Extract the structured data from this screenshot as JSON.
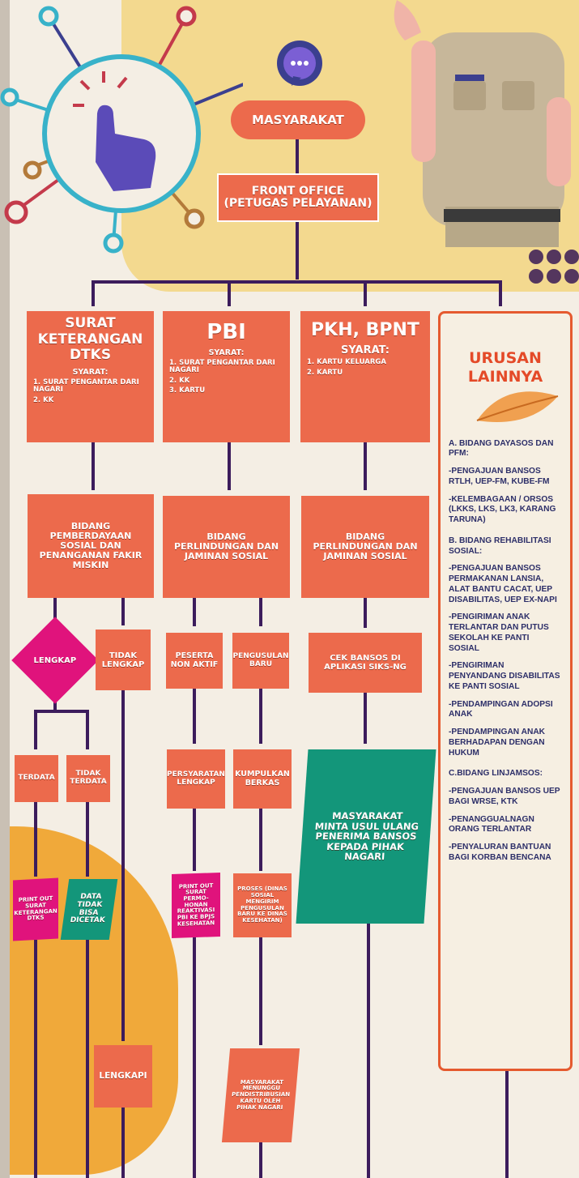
{
  "top": {
    "masyarakat": "MASYARAKAT",
    "front_office": "FRONT OFFICE",
    "front_office_sub": "(PETUGAS PELAYANAN)"
  },
  "columns": {
    "dtks": {
      "title": "SURAT KETERANGAN DTKS",
      "syarat": "SYARAT:",
      "req1": "1. SURAT PENGANTAR DARI NAGARI",
      "req2": "2. KK"
    },
    "pbi": {
      "title": "PBI",
      "syarat": "SYARAT:",
      "req1": "1. SURAT PENGANTAR DARI NAGARI",
      "req2": "2. KK",
      "req3": "3. KARTU"
    },
    "pkh": {
      "title": "PKH, BPNT",
      "syarat": "SYARAT:",
      "req1": "1. KARTU KELUARGA",
      "req2": "2. KARTU"
    }
  },
  "bidang": {
    "pemberdayaan": "BIDANG PEMBERDAYAAN SOSIAL DAN PENANGANAN FAKIR MISKIN",
    "perlindungan1": "BIDANG PERLINDUNGAN DAN JAMINAN SOSIAL",
    "perlindungan2": "BIDANG PERLINDUNGAN DAN JAMINAN SOSIAL"
  },
  "flow": {
    "lengkap": "LENGKAP",
    "tidak_lengkap": "TIDAK LENGKAP",
    "peserta_non_aktif": "PESERTA NON AKTIF",
    "pengusulan_baru": "PENGUSULAN BARU",
    "cek_bansos": "CEK BANSOS DI APLIKASI SIKS-NG",
    "terdata": "TERDATA",
    "tidak_terdata": "TIDAK TERDATA",
    "persyaratan_lengkap": "PERSYARATAN LENGKAP",
    "kumpulkan_berkas": "KUMPULKAN BERKAS",
    "masyarakat_minta": "MASYARAKAT MINTA USUL ULANG PENERIMA BANSOS KEPADA PIHAK NAGARI",
    "print_dtks": "PRINT OUT SURAT KETERANGAN DTKS",
    "data_tidak": "DATA TIDAK BISA DICETAK",
    "print_permohonan": "PRINT OUT SURAT PERMO-HONAN REAKTIVASI PBI KE BPJS KESEHATAN",
    "proses": "PROSES (DINAS SOSIAL MENGIRIM PENGUSULAN BARU KE DINAS KESEHATAN)",
    "lengkapi": "LENGKAPI",
    "menunggu": "MASYARAKAT MENUNGGU PENDISTRIBUSIAN KARTU OLEH PIHAK NAGARI"
  },
  "lainnya": {
    "title": "URUSAN LAINNYA",
    "items": [
      "A. BIDANG DAYASOS DAN PFM:",
      "-PENGAJUAN BANSOS RTLH, UEP-FM, KUBE-FM",
      "-KELEMBAGAAN / ORSOS (LKKS, LKS, LK3, KARANG TARUNA)",
      "B. BIDANG REHABILITASI SOSIAL:",
      "-PENGAJUAN BANSOS PERMAKANAN LANSIA, ALAT BANTU CACAT, UEP DISABILITAS, UEP EX-NAPI",
      "-PENGIRIMAN ANAK TERLANTAR DAN PUTUS SEKOLAH KE PANTI SOSIAL",
      "-PENGIRIMAN PENYANDANG DISABILITAS KE PANTI SOSIAL",
      "-PENDAMPINGAN ADOPSI ANAK",
      "-PENDAMPINGAN ANAK BERHADAPAN DENGAN HUKUM",
      "C.BIDANG LINJAMSOS:",
      "-PENGAJUAN BANSOS UEP BAGI WRSE, KTK",
      "-PENANGGUALNAGN ORANG TERLANTAR",
      "-PENYALURAN BANTUAN BAGI KORBAN BENCANA"
    ]
  },
  "colors": {
    "node_red": "#ec6a4c",
    "node_pink": "#e0137c",
    "node_green": "#13967a",
    "connector": "#3c1c5c",
    "panel_border": "#e55a2f",
    "panel_text": "#2d2f69"
  }
}
